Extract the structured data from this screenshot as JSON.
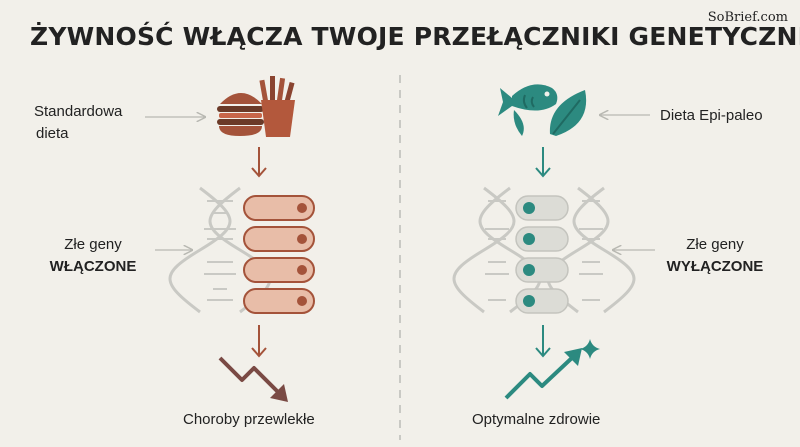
{
  "title": "ŻYWNOŚĆ WŁĄCZA TWOJE PRZEŁĄCZNIKI GENETYCZNE",
  "brand": "SoBrief.com",
  "left": {
    "diet_line1": "Standardowa",
    "diet_line2": "dieta",
    "genes_line1": "Złe geny",
    "genes_line2": "WŁĄCZONE",
    "outcome": "Choroby przewlekłe",
    "icons": [
      "burger-icon",
      "fries-icon"
    ],
    "accent": "#a4533a",
    "switch_fill": "#e8bda8",
    "switch_state": "on"
  },
  "right": {
    "diet": "Dieta Epi-paleo",
    "genes_line1": "Złe geny",
    "genes_line2": "WYŁĄCZONE",
    "outcome": "Optymalne zdrowie",
    "icons": [
      "fish-icon",
      "leaf-icon"
    ],
    "accent": "#2c8a80",
    "switch_fill": "#dcdcd6",
    "switch_state": "off"
  },
  "colors": {
    "background": "#f2f0ea",
    "dna": "#c9c9c4",
    "divider": "#c9c9c4",
    "pointer": "#b8b8b2"
  }
}
